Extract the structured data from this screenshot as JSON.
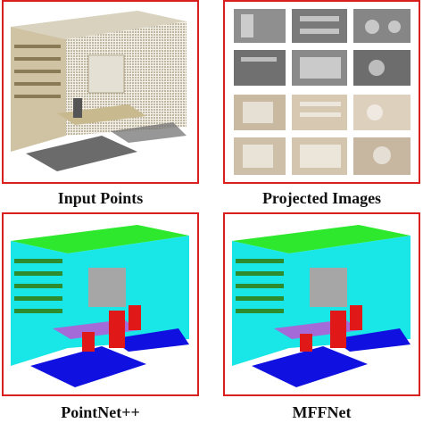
{
  "captions": {
    "input": "Input Points",
    "projected": "Projected Images",
    "pointnet": "PointNet++",
    "mffnet": "MFFNet"
  },
  "colors": {
    "frame": "#d9201f",
    "wall": "#19e6e6",
    "ceiling": "#2ee82e",
    "floor": "#1010e0",
    "chair": "#e01818",
    "table": "#a46ad8",
    "board": "#a6a6a6",
    "bookcase_clutter": "#2e8b2e"
  }
}
